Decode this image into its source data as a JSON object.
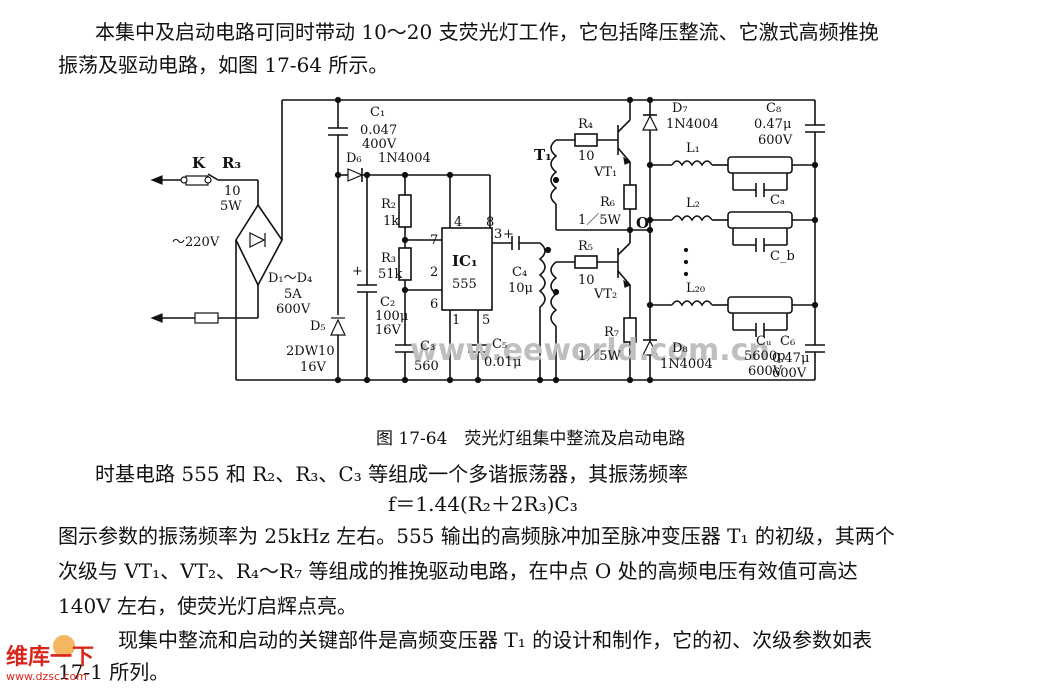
{
  "text": {
    "p1_line1": "本集中及启动电路可同时带动 10～20 支荧光灯工作，它包括降压整流、它激式高频推挽",
    "p1_line2": "振荡及驱动电路，如图 17-64 所示。",
    "caption": "图 17-64　荧光灯组集中整流及启动电路",
    "p2": "时基电路 555 和 R₂、R₃、C₃ 等组成一个多谐振荡器，其振荡频率",
    "formula": "f＝1.44(R₂＋2R₃)C₃",
    "p3_line1": "图示参数的振荡频率为 25kHz 左右。555 输出的高频脉冲加至脉冲变压器 T₁ 的初级，其两个",
    "p3_line2": "次级与 VT₁、VT₂、R₄～R₇ 等组成的推挽驱动电路，在中点 O 处的高频电压有效值可高达",
    "p3_line3": "140V 左右，使荧光灯启辉点亮。",
    "p4_line1": "现集中整流和启动的关键部件是高频变压器 T₁ 的设计和制作，它的初、次级参数如表",
    "p4_line2": "17-1 所列。"
  },
  "diagram": {
    "labels": {
      "k": "K",
      "r3": "R₃",
      "r3_val1": "10",
      "r3_val2": "5W",
      "ac": "～220V",
      "bridge": "D₁～D₄",
      "bridge_v1": "5A",
      "bridge_v2": "600V",
      "d5": "D₅",
      "d5_v1": "2DW10",
      "d5_v2": "16V",
      "c1": "C₁",
      "c1_v1": "0.047",
      "c1_v2": "400V",
      "d6": "D₆",
      "d6_v": "1N4004",
      "r2": "R₂",
      "r2_v": "1k",
      "r3b": "R₃",
      "r3b_v": "51k",
      "c2": "C₂",
      "c2_v1": "100μ",
      "c2_v2": "16V",
      "c3": "C₃",
      "c3_v": "560",
      "ic": "IC₁",
      "ic_v": "555",
      "pin4": "4",
      "pin8": "8",
      "pin7": "7",
      "pin2": "2",
      "pin6": "6",
      "pin1": "1",
      "pin5": "5",
      "pin3": "3",
      "c5": "C₅",
      "c5_v": "0.01μ",
      "c4": "C₄",
      "c4_v": "10μ",
      "t1": "T₁",
      "r4": "R₄",
      "r4_v": "10",
      "r5": "R₅",
      "r5_v": "10",
      "vt1": "VT₁",
      "vt2": "VT₂",
      "r6": "R₆",
      "r6_v": "1／5W",
      "r7": "R₇",
      "r7_v": "1／5W",
      "o": "O",
      "d7": "D₇",
      "d7_v": "1N4004",
      "d8": "D₈",
      "d8_v": "1N4004",
      "c8": "C₈",
      "c8_v1": "0.47μ",
      "c8_v2": "600V",
      "l1": "L₁",
      "l2": "L₂",
      "l20": "L₂₀",
      "ca": "Cₐ",
      "cb": "C_b",
      "cu": "Cᵤ",
      "cu_v1": "5600p",
      "cu_v2": "600V",
      "c6": "C₆",
      "c6_v1": "0.47μ",
      "c6_v2": "600V"
    },
    "watermark": "www.eeworld.com.cn"
  },
  "logo": {
    "line1": "维库一下",
    "line2": "www.dzsc.com"
  }
}
